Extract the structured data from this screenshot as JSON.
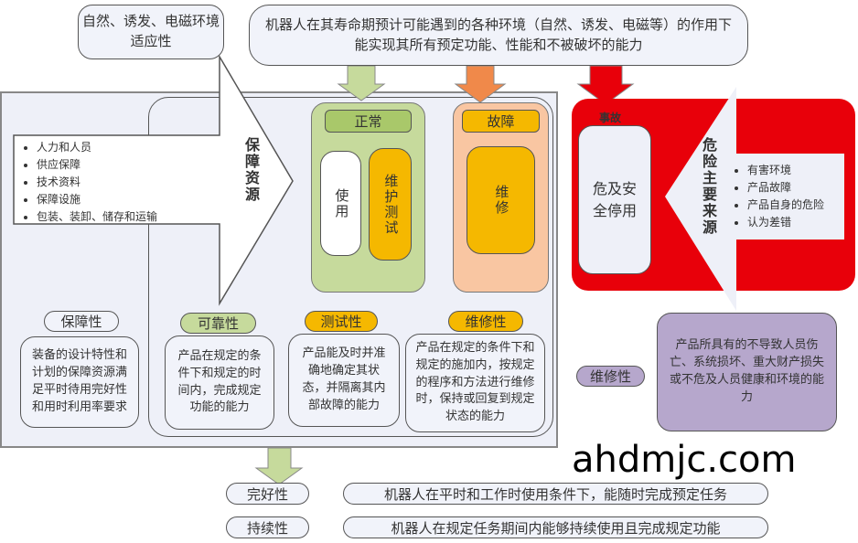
{
  "top": {
    "env_callout": "自然、诱发、电磁环境适应性",
    "definition": "机器人在其寿命期预计可能遇到的各种环境（自然、诱发、电磁等）的作用下能实现其所有预定功能、性能和不被破坏的能力"
  },
  "support": {
    "arrow_label": "保障资源",
    "items": [
      "人力和人员",
      "供应保障",
      "技术资料",
      "保障设施",
      "包装、装卸、储存和运输"
    ]
  },
  "normal": {
    "title": "正常",
    "use": "使用",
    "maintain_test": "维护测试"
  },
  "fault": {
    "title": "故障",
    "repair": "维修"
  },
  "accident": {
    "title": "事故",
    "stop": "危及安全停用",
    "arrow_label": "危险主要来源",
    "items": [
      "有害环境",
      "产品故障",
      "产品自身的危险",
      "认为差错"
    ]
  },
  "props": [
    {
      "name": "保障性",
      "desc": "装备的设计特性和计划的保障资源满足平时待用完好性和用时利用率要求"
    },
    {
      "name": "可靠性",
      "desc": "产品在规定的条件下和规定的时间内，完成规定功能的能力"
    },
    {
      "name": "测试性",
      "desc": "产品能及时并准确地确定其状态，并隔离其内部故障的能力"
    },
    {
      "name": "维修性",
      "desc": "产品在规定的条件下和规定的施加内，按规定的程序和方法进行维修时，保持或回复到规定状态的能力"
    },
    {
      "name": "维修性",
      "desc": "产品所具有的不导致人员伤亡、系统损坏、重大财产损失或不危及人员健康和环境的能力"
    }
  ],
  "bottom": [
    {
      "name": "完好性",
      "desc": "机器人在平时和工作时使用条件下，能随时完成预定任务"
    },
    {
      "name": "持续性",
      "desc": "机器人在规定任务期间内能够持续使用且完成规定功能"
    }
  ],
  "watermark": "ahdmjc.com",
  "colors": {
    "green": "#c6da9c",
    "orange": "#f9c6a2",
    "yellow": "#f5b800",
    "red": "#e8000a",
    "purple": "#b6a7cc",
    "panel": "#eef0f8"
  }
}
